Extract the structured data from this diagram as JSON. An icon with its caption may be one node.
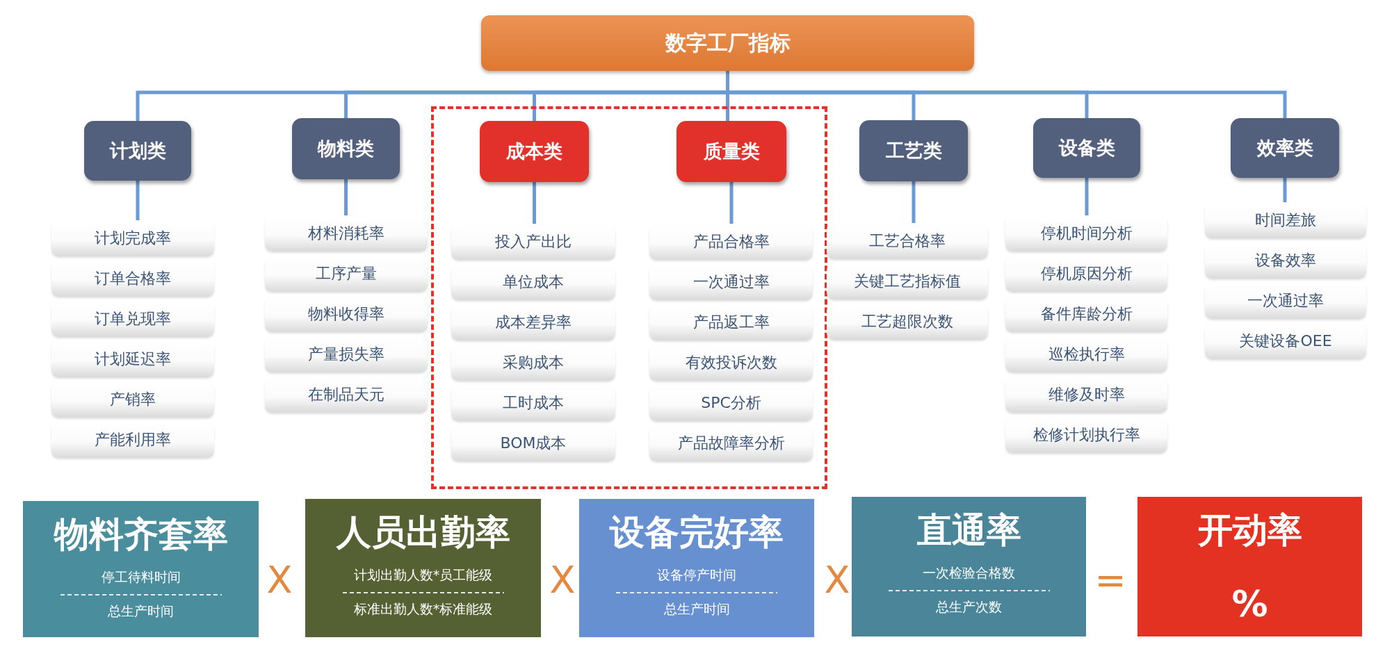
{
  "diagram": {
    "nodes": [
      {
        "text": [
          "数字工厂指标"
        ]
      },
      {
        "text": [
          "计划类"
        ]
      },
      {
        "text": [
          "计划完成率"
        ]
      },
      {
        "text": [
          "订单合格率"
        ]
      },
      {
        "text": [
          "订单兑现率"
        ]
      },
      {
        "text": [
          "计划延迟率"
        ]
      },
      {
        "text": [
          "产销率"
        ]
      },
      {
        "text": [
          "产能利用率"
        ]
      },
      {
        "text": [
          "物料类"
        ]
      },
      {
        "text": [
          "材料消耗率"
        ]
      },
      {
        "text": [
          "工序产量"
        ]
      },
      {
        "text": [
          "物料收得率"
        ]
      },
      {
        "text": [
          "产量损失率"
        ]
      },
      {
        "text": [
          "在制品天元"
        ]
      },
      {
        "text": [],
        "shape": "box"
      },
      {
        "text": [
          "成本类"
        ],
        "in": 14
      },
      {
        "text": [
          "投入产出比"
        ],
        "in": 14
      },
      {
        "text": [
          "单位成本"
        ],
        "in": 14
      },
      {
        "text": [
          "成本差异率"
        ],
        "in": 14
      },
      {
        "text": [
          "采购成本"
        ],
        "in": 14
      },
      {
        "text": [
          "工时成本"
        ],
        "in": 14
      },
      {
        "text": [
          "BOM成本"
        ],
        "in": 14
      },
      {
        "text": [
          "质量类"
        ],
        "in": 14
      },
      {
        "text": [
          "产品合格率"
        ],
        "in": 14
      },
      {
        "text": [
          "一次通过率"
        ],
        "in": 14
      },
      {
        "text": [
          "产品返工率"
        ],
        "in": 14
      },
      {
        "text": [
          "有效投诉次数"
        ],
        "in": 14
      },
      {
        "text": [
          "SPC分析"
        ],
        "in": 14
      },
      {
        "text": [
          "产品故障率分析"
        ],
        "in": 14
      },
      {
        "text": [
          "工艺类"
        ]
      },
      {
        "text": [
          "工艺合格率"
        ]
      },
      {
        "text": [
          "关键工艺指标值"
        ]
      },
      {
        "text": [
          "工艺超限次数"
        ]
      },
      {
        "text": [
          "设备类"
        ]
      },
      {
        "text": [
          "停机时间分析"
        ]
      },
      {
        "text": [
          "停机原因分析"
        ]
      },
      {
        "text": [
          "备件库龄分析"
        ]
      },
      {
        "text": [
          "巡检执行率"
        ]
      },
      {
        "text": [
          "维修及时率"
        ]
      },
      {
        "text": [
          "检修计划执行率"
        ]
      },
      {
        "text": [
          "效率类"
        ]
      },
      {
        "text": [
          "时间差旅"
        ]
      },
      {
        "text": [
          "设备效率"
        ]
      },
      {
        "text": [
          "一次通过率"
        ]
      },
      {
        "text": [
          "关键设备OEE"
        ]
      },
      {
        "text": [
          "物料齐套率",
          "停工待料时间",
          "总生产时间"
        ]
      },
      {
        "text": [
          "人员出勤率",
          "计划出勤人数*员工能级",
          "标准出勤人数*标准能级"
        ]
      },
      {
        "text": [
          "设备完好率",
          "设备停产时间",
          "总生产时间"
        ]
      },
      {
        "text": [
          "直通率",
          "一次检验合格数",
          "总生产次数"
        ]
      },
      {
        "text": [
          "开动率",
          "%"
        ]
      }
    ],
    "edges": [
      {
        "from": 0,
        "to": 1,
        "arrow": "none"
      },
      {
        "from": 0,
        "to": 8,
        "arrow": "none"
      },
      {
        "from": 0,
        "to": 15,
        "arrow": "none"
      },
      {
        "from": 0,
        "to": 22,
        "arrow": "none"
      },
      {
        "from": 0,
        "to": 29,
        "arrow": "none"
      },
      {
        "from": 0,
        "to": 33,
        "arrow": "none"
      },
      {
        "from": 0,
        "to": 40,
        "arrow": "none"
      },
      {
        "from": 1,
        "to": 2,
        "arrow": "none"
      },
      {
        "from": 8,
        "to": 9,
        "arrow": "none"
      },
      {
        "from": 15,
        "to": 16,
        "arrow": "none"
      },
      {
        "from": 22,
        "to": 23,
        "arrow": "none"
      },
      {
        "from": 29,
        "to": 30,
        "arrow": "none"
      },
      {
        "from": 33,
        "to": 34,
        "arrow": "none"
      },
      {
        "from": 40,
        "to": 41,
        "arrow": "none"
      }
    ],
    "labels": [
      "X",
      "X",
      "X",
      "="
    ]
  }
}
